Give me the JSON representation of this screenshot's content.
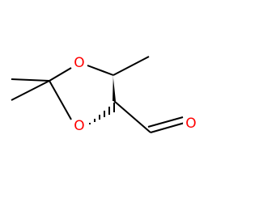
{
  "molecule": {
    "atoms": [
      {
        "id": "O1",
        "symbol": "O"
      },
      {
        "id": "O2",
        "symbol": "O"
      },
      {
        "id": "O3",
        "symbol": "O"
      }
    ]
  },
  "colors": {
    "bond": "#000000",
    "oxygen": "#ff0000",
    "background": "#ffffff"
  }
}
